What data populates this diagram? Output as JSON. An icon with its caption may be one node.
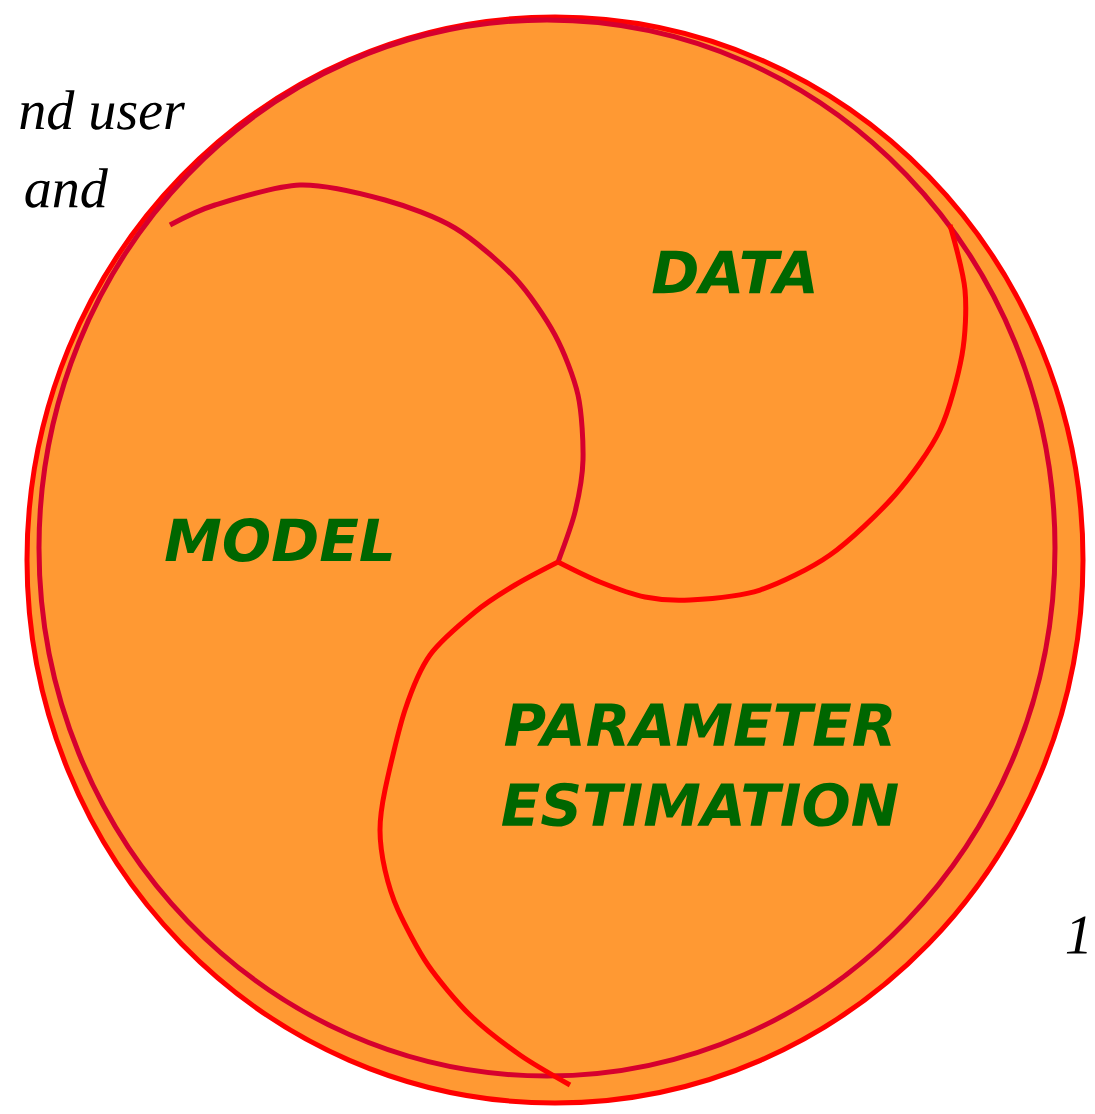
{
  "diagram": {
    "nodes": [
      {
        "text": [],
        "shape": "circle"
      },
      {
        "text": [
          "MODEL"
        ],
        "in": 0
      },
      {
        "text": [
          "DATA"
        ],
        "in": 0
      },
      {
        "text": [
          "PARAMETER ESTIMATION"
        ],
        "in": 0
      }
    ],
    "labels": [
      "nd user",
      "and",
      "1"
    ]
  }
}
